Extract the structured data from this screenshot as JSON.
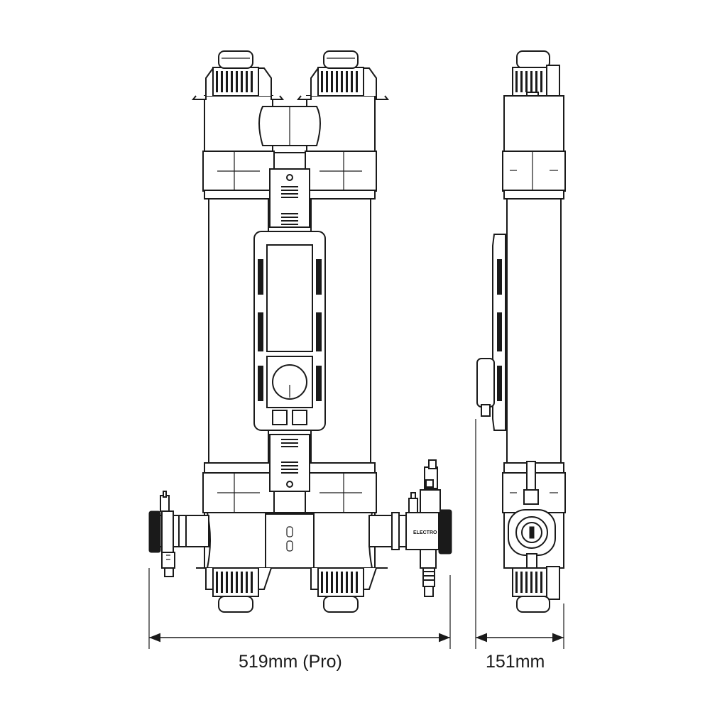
{
  "dimensions": {
    "width_label": "519mm (Pro)",
    "depth_label": "151mm"
  },
  "branding": {
    "logo_text": "ELECTRO"
  },
  "colors": {
    "line": "#1a1a1a",
    "background": "#ffffff"
  }
}
